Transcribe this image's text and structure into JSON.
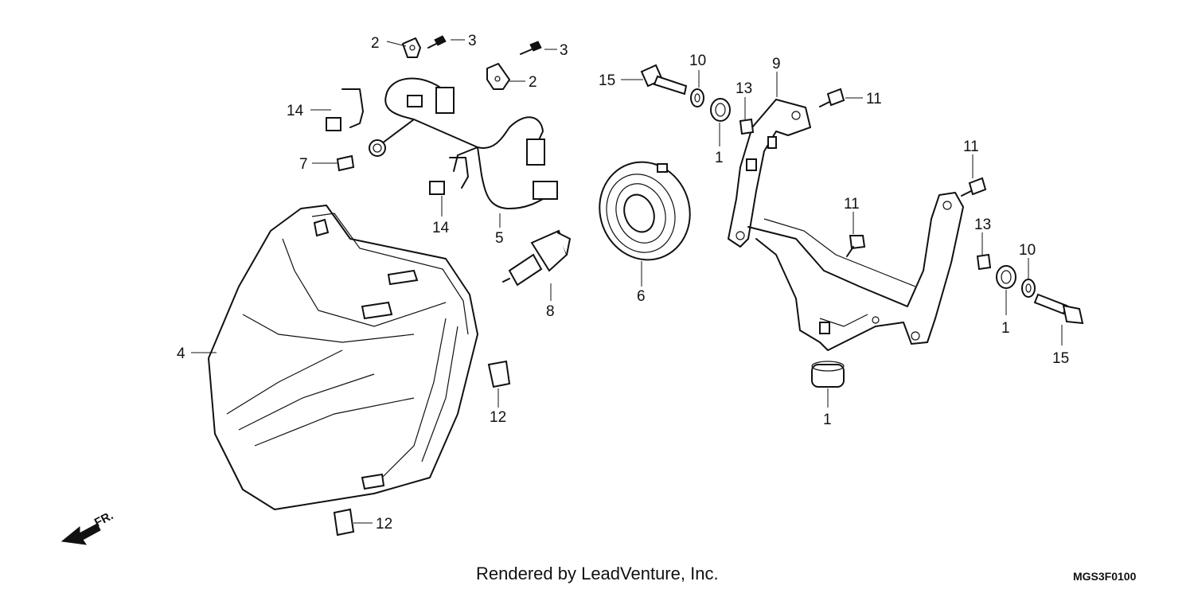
{
  "diagram": {
    "callouts": {
      "c1": "1",
      "c2": "2",
      "c3": "3",
      "c4": "4",
      "c5": "5",
      "c6": "6",
      "c7": "7",
      "c8": "8",
      "c9": "9",
      "c10": "10",
      "c11": "11",
      "c12": "12",
      "c13": "13",
      "c14": "14",
      "c15": "15"
    },
    "direction_label": "FR.",
    "credit": "Rendered by LeadVenture, Inc.",
    "code": "MGS3F0100"
  }
}
